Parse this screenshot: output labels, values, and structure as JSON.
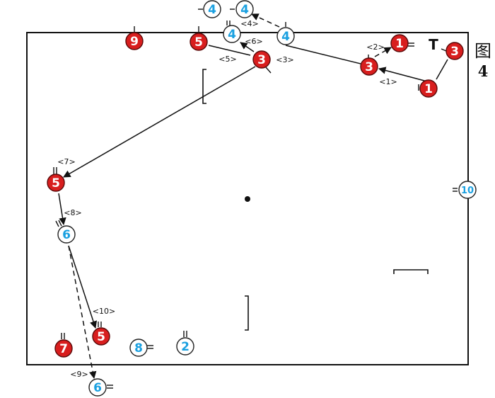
{
  "figure": {
    "caption_char": "图",
    "caption_number": "4"
  },
  "colors": {
    "red_team": "#d81e1e",
    "blue_team": "#1aa0e0",
    "line": "#111111",
    "background": "#ffffff"
  },
  "icons": {
    "coach_marker": "T"
  },
  "players": [
    {
      "id": "r1a",
      "number": "1",
      "team": "red",
      "name": "player-red-1-top"
    },
    {
      "id": "r1b",
      "number": "1",
      "team": "red",
      "name": "player-red-1-lower"
    },
    {
      "id": "r3a",
      "number": "3",
      "team": "red",
      "name": "player-red-3-outside"
    },
    {
      "id": "r3b",
      "number": "3",
      "team": "red",
      "name": "player-red-3-right"
    },
    {
      "id": "r3c",
      "number": "3",
      "team": "red",
      "name": "player-red-3-top"
    },
    {
      "id": "r5a",
      "number": "5",
      "team": "red",
      "name": "player-red-5-top"
    },
    {
      "id": "r5b",
      "number": "5",
      "team": "red",
      "name": "player-red-5-left"
    },
    {
      "id": "r5c",
      "number": "5",
      "team": "red",
      "name": "player-red-5-bottom"
    },
    {
      "id": "r7",
      "number": "7",
      "team": "red",
      "name": "player-red-7"
    },
    {
      "id": "r9",
      "number": "9",
      "team": "red",
      "name": "player-red-9"
    },
    {
      "id": "b4a",
      "number": "4",
      "team": "blue",
      "name": "player-blue-4-top-left"
    },
    {
      "id": "b4b",
      "number": "4",
      "team": "blue",
      "name": "player-blue-4-top-right"
    },
    {
      "id": "b4c",
      "number": "4",
      "team": "blue",
      "name": "player-blue-4-mid"
    },
    {
      "id": "b4d",
      "number": "4",
      "team": "blue",
      "name": "player-blue-4-right"
    },
    {
      "id": "b6a",
      "number": "6",
      "team": "blue",
      "name": "player-blue-6-left"
    },
    {
      "id": "b6b",
      "number": "6",
      "team": "blue",
      "name": "player-blue-6-bottom"
    },
    {
      "id": "b8",
      "number": "8",
      "team": "blue",
      "name": "player-blue-8"
    },
    {
      "id": "b2",
      "number": "2",
      "team": "blue",
      "name": "player-blue-2"
    },
    {
      "id": "b10",
      "number": "10",
      "team": "blue",
      "name": "player-blue-10"
    }
  ],
  "moves": [
    {
      "step": "<1>",
      "style": "solid",
      "name": "move-1"
    },
    {
      "step": "<2>",
      "style": "dashed",
      "name": "move-2"
    },
    {
      "step": "<3>",
      "style": "solid",
      "name": "move-3"
    },
    {
      "step": "<4>",
      "style": "dashed",
      "name": "move-4"
    },
    {
      "step": "<5>",
      "style": "solid",
      "name": "move-5"
    },
    {
      "step": "<6>",
      "style": "solid",
      "name": "move-6"
    },
    {
      "step": "<7>",
      "style": "solid",
      "name": "move-7"
    },
    {
      "step": "<8>",
      "style": "solid",
      "name": "move-8"
    },
    {
      "step": "<9>",
      "style": "dashed",
      "name": "move-9"
    },
    {
      "step": "<10>",
      "style": "solid",
      "name": "move-10"
    },
    {
      "step": "",
      "style": "solid",
      "name": "move-coach-pass"
    }
  ]
}
